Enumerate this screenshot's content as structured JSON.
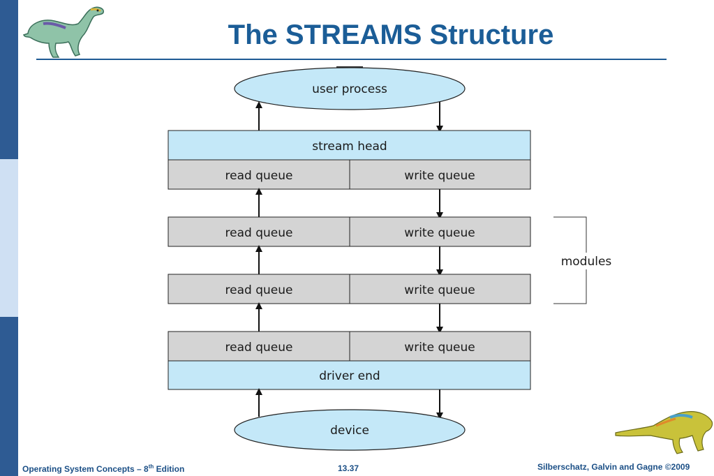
{
  "slide": {
    "title": "The STREAMS Structure"
  },
  "diagram": {
    "top_node": "user process",
    "stream_head": "stream head",
    "head_read": "read queue",
    "head_write": "write queue",
    "modules": [
      {
        "read": "read queue",
        "write": "write queue"
      },
      {
        "read": "read queue",
        "write": "write queue"
      }
    ],
    "driver_read": "read queue",
    "driver_write": "write queue",
    "driver_end": "driver end",
    "bottom_node": "device",
    "bracket_label": "modules"
  },
  "footer": {
    "left_prefix": "Operating System Concepts – 8",
    "left_sup": "th",
    "left_suffix": " Edition",
    "center": "13.37",
    "right": "Silberschatz, Galvin and Gagne ©2009"
  },
  "colors": {
    "sidebar": "#2e5b93",
    "title": "#1b5d97",
    "box_light_blue": "#c4e8f8",
    "queue_gray": "#d4d4d4"
  }
}
